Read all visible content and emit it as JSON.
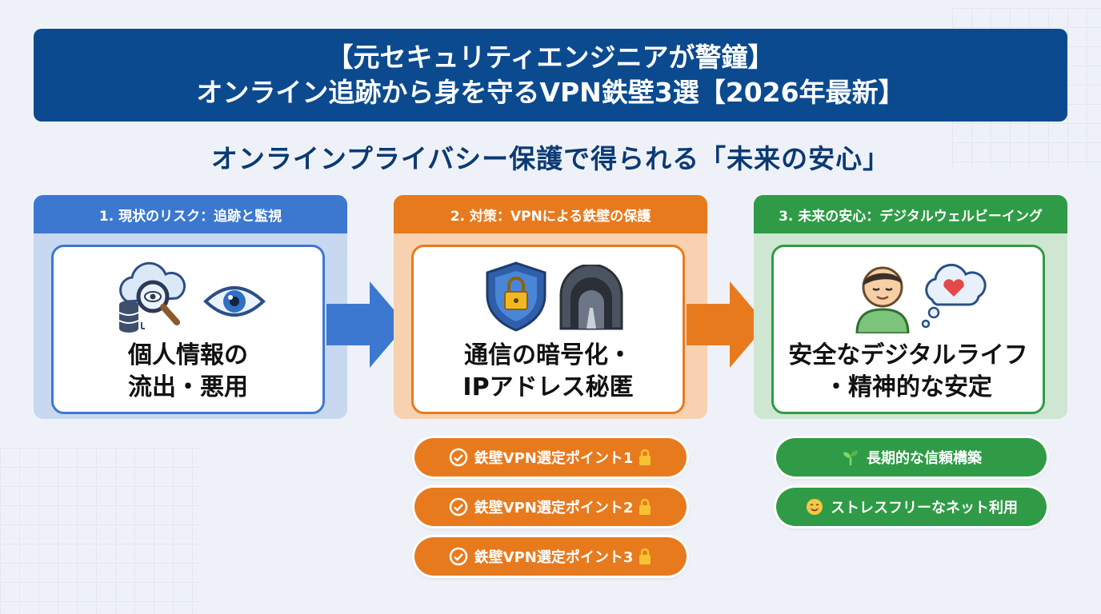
{
  "banner": {
    "line1": "【元セキュリティエンジニアが警鐘】",
    "line2": "オンライン追跡から身を守るVPN鉄壁3選【2026年最新】"
  },
  "subtitle": "オンラインプライバシー保護で得られる「未来の安心」",
  "colors": {
    "navy": "#0b4a8f",
    "blue": "#3c78d0",
    "orange": "#e87a1e",
    "green": "#2f9b46"
  },
  "panels": [
    {
      "heading": "1. 現状のリスク：追跡と監視",
      "text_line1": "個人情報の",
      "text_line2": "流出・悪用",
      "icons": [
        "cloud-magnifier-icon",
        "database-icon",
        "eye-icon"
      ]
    },
    {
      "heading": "2. 対策：VPNによる鉄壁の保護",
      "text_line1": "通信の暗号化・",
      "text_line2": "IPアドレス秘匿",
      "icons": [
        "shield-lock-icon",
        "tunnel-icon"
      ]
    },
    {
      "heading": "3. 未来の安心：デジタルウェルビーイング",
      "text_line1": "安全なデジタルライフ",
      "text_line2": "・精神的な安定",
      "icons": [
        "calm-person-icon",
        "heart-thought-bubble-icon"
      ]
    }
  ],
  "vpn_points": [
    "鉄壁VPN選定ポイント1",
    "鉄壁VPN選定ポイント2",
    "鉄壁VPN選定ポイント3"
  ],
  "benefits": [
    {
      "icon": "sprout-icon",
      "label": "長期的な信頼構築"
    },
    {
      "icon": "smiley-icon",
      "label": "ストレスフリーなネット利用"
    }
  ]
}
